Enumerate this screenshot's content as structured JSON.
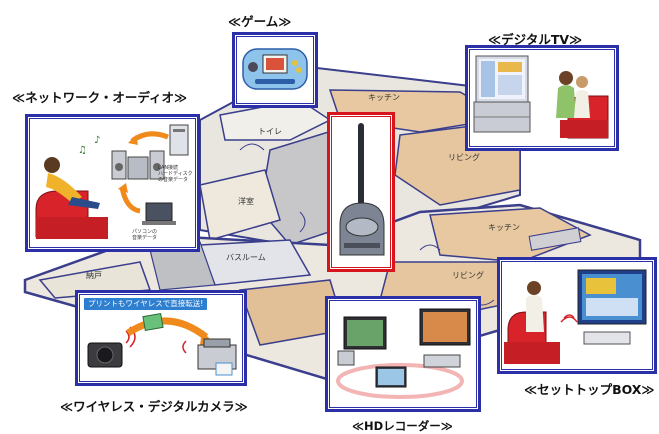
{
  "labels": {
    "game": "≪ゲーム≫",
    "digital_tv": "≪デジタルTV≫",
    "network_audio": "≪ネットワーク・オーディオ≫",
    "wireless_camera": "≪ワイヤレス・デジタルカメラ≫",
    "hd_recorder": "≪HDレコーダー≫",
    "settop_box": "≪セットトップBOX≫"
  },
  "rooms": {
    "kitchen_top": "キッチン",
    "toilet": "トイレ",
    "living_top": "リビング",
    "japanese_room": "洋室",
    "kitchen_mid": "キッチン",
    "bathroom": "バスルーム",
    "storage": "納戸",
    "living_bottom": "リビング"
  },
  "network_audio_notes": {
    "lan_hdd": "LAN接続\nハードディスク\nの音楽データ",
    "pc_music": "パソコンの\n音楽データ"
  },
  "camera_banner": "プリントもワイヤレスで直接転送!",
  "colors": {
    "frame_blue": "#2b2fa8",
    "frame_red": "#d8151c",
    "sofa_red": "#d8232a",
    "arrow_orange": "#f08a1c"
  }
}
